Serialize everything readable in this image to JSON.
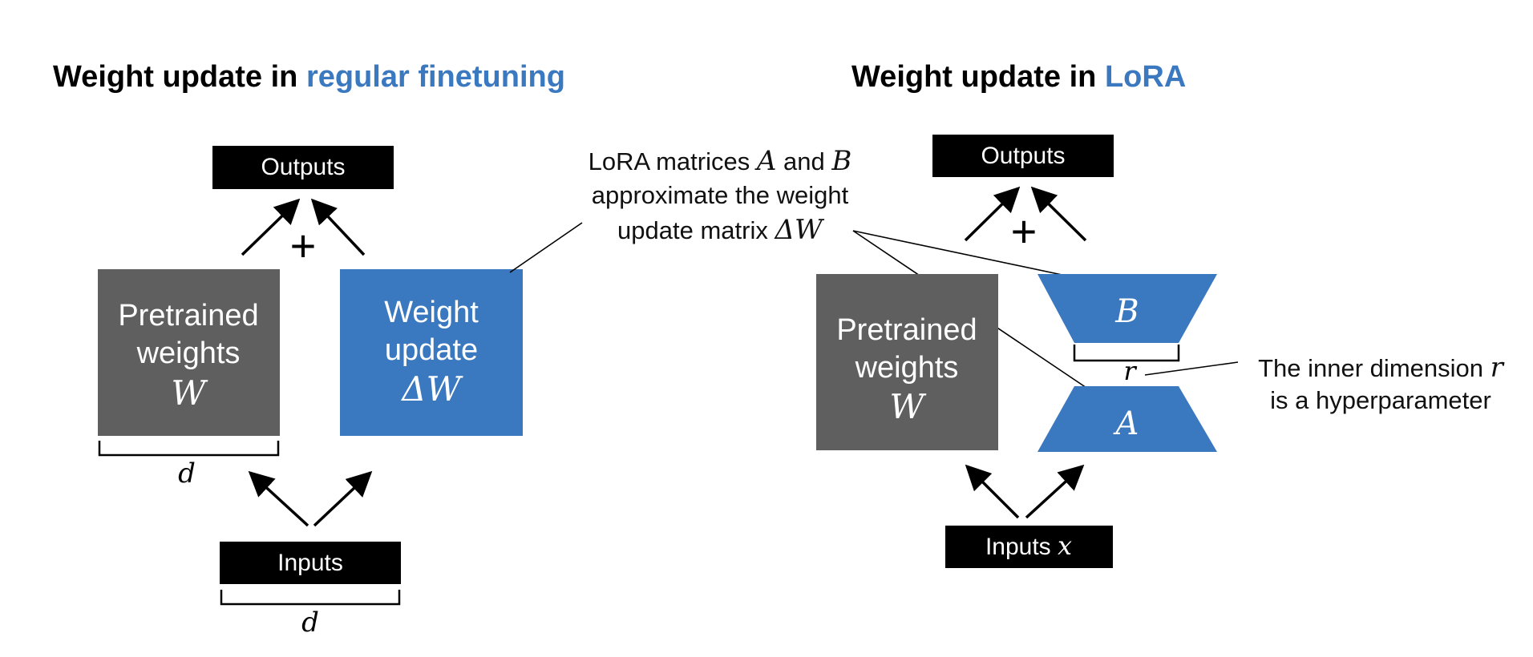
{
  "colors": {
    "accent": "#3a78c0",
    "dark_box": "#5f5f5f",
    "black_box": "#000000",
    "text": "#111111"
  },
  "left": {
    "title_prefix": "Weight update in ",
    "title_highlight": "regular finetuning",
    "outputs_label": "Outputs",
    "inputs_label": "Inputs",
    "plus_sign": "+",
    "pretrained": {
      "line1": "Pretrained",
      "line2": "weights",
      "symbol": "W"
    },
    "update": {
      "line1": "Weight",
      "line2": "update",
      "symbol": "ΔW"
    },
    "dim_label_pretrained": "d",
    "dim_label_inputs": "d"
  },
  "callout": {
    "line1_prefix": "LoRA matrices ",
    "line1_a": "A",
    "line1_mid": " and ",
    "line1_b": "B",
    "line2": "approximate the weight",
    "line3_prefix": "update matrix ",
    "line3_symbol": "ΔW"
  },
  "right": {
    "title_prefix": "Weight update in ",
    "title_highlight": "LoRA",
    "outputs_label": "Outputs",
    "inputs_prefix": "Inputs ",
    "inputs_symbol": "x",
    "plus_sign": "+",
    "pretrained": {
      "line1": "Pretrained",
      "line2": "weights",
      "symbol": "W"
    },
    "matrix_b": "B",
    "matrix_a": "A",
    "rank_label": "r",
    "note_line1_prefix": "The inner dimension ",
    "note_line1_symbol": "r",
    "note_line2": "is a hyperparameter"
  }
}
